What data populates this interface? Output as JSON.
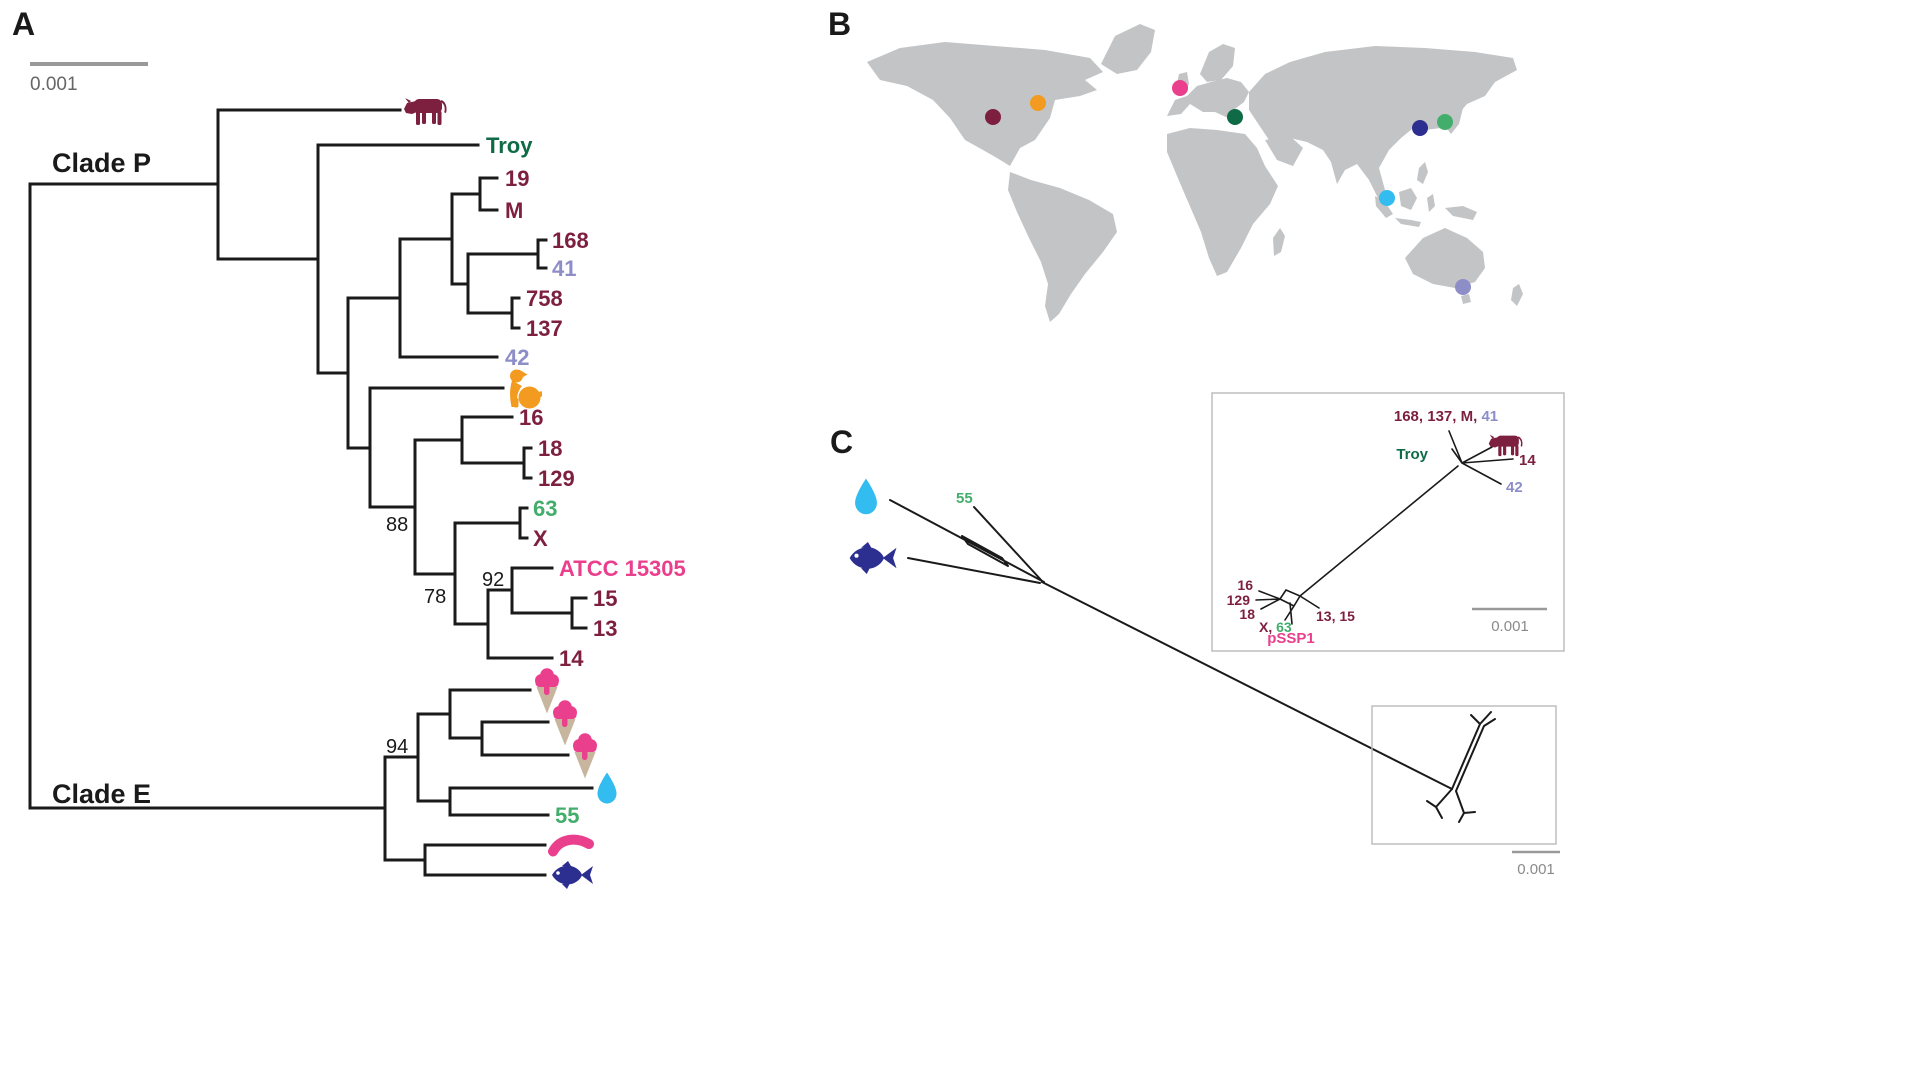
{
  "colors": {
    "maroon": "#7D1F3E",
    "green_dark": "#0E6B45",
    "green": "#43AE6C",
    "lavender": "#8D8DC8",
    "pink": "#EA3F8D",
    "orange": "#F39B21",
    "cyan": "#33BCF0",
    "navy": "#2C2F8F",
    "cone": "#C8B59E",
    "map_gray": "#C2C4C6",
    "line": "#1A1A1A",
    "scale_gray": "#999999"
  },
  "panel_a": {
    "label": "A",
    "scale_label": "0.001",
    "clade_p": "Clade P",
    "clade_e": "Clade E",
    "bootstraps": {
      "b88": "88",
      "b78": "78",
      "b92": "92",
      "b94": "94"
    },
    "tips": {
      "troy": "Troy",
      "t19": "19",
      "m": "M",
      "t168": "168",
      "t41": "41",
      "t758": "758",
      "t137": "137",
      "t42": "42",
      "t16": "16",
      "t18": "18",
      "t129": "129",
      "t63": "63",
      "x": "X",
      "atcc": "ATCC 15305",
      "t15": "15",
      "t13": "13",
      "t14": "14",
      "t55": "55"
    },
    "icons": [
      "cow",
      "dog",
      "ice-cream-cone",
      "ice-cream-cone",
      "ice-cream-cone",
      "water-drop",
      "sausage",
      "fish"
    ]
  },
  "panel_b": {
    "label": "B",
    "dots": [
      {
        "color": "#7D1F3E"
      },
      {
        "color": "#F39B21"
      },
      {
        "color": "#EA3F8D"
      },
      {
        "color": "#0E6B45"
      },
      {
        "color": "#2C2F8F"
      },
      {
        "color": "#43AE6C"
      },
      {
        "color": "#33BCF0"
      },
      {
        "color": "#8D8DC8"
      }
    ]
  },
  "panel_c": {
    "label": "C",
    "label_55": "55",
    "scale_main": "0.001",
    "inset": {
      "cluster_top_maroon": "168, 137, M, ",
      "cluster_top_lavender": "41",
      "troy": "Troy",
      "t14": "14",
      "t42": "42",
      "t16": "16",
      "t129": "129",
      "t18": "18",
      "x": "X, ",
      "t63": "63",
      "t13_15": "13, 15",
      "pssp1": "pSSP1",
      "scale_label": "0.001"
    }
  }
}
